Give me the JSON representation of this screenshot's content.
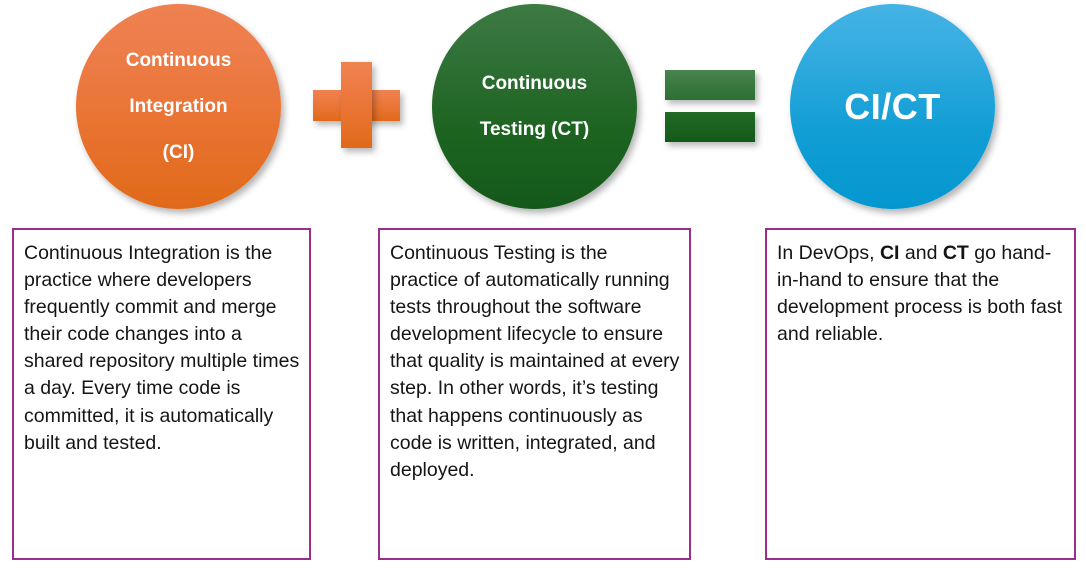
{
  "diagram": {
    "equation": {
      "left_term": {
        "shape": "circle",
        "label_lines": [
          "Continuous",
          "Integration",
          "(CI)"
        ],
        "label": "Continuous Integration (CI)",
        "color": "#e8722f"
      },
      "operator_plus": {
        "symbol": "+",
        "icon": "plus-icon",
        "color": "#e8722f"
      },
      "right_term": {
        "shape": "circle",
        "label_lines": [
          "Continuous",
          "Testing (CT)"
        ],
        "label": "Continuous Testing (CT)",
        "color": "#1d6320"
      },
      "operator_equals": {
        "symbol": "=",
        "icon": "equals-icon",
        "color": "#1d6320"
      },
      "result_term": {
        "shape": "circle",
        "label": "CI/CT",
        "color": "#119ed5"
      }
    },
    "cards": [
      {
        "id": "ci-description",
        "border_color": "#9b2d8f",
        "text": "Continuous Integration is the practice where developers frequently commit and merge their code changes into a shared repository multiple times a day. Every time code is committed, it is automatically built and tested."
      },
      {
        "id": "ct-description",
        "border_color": "#9b2d8f",
        "text": "Continuous Testing is the practice of automatically running tests throughout the software development lifecycle to ensure that quality is maintained at every step. In other words, it’s testing that happens continuously as code is written, integrated, and deployed."
      },
      {
        "id": "cict-description",
        "border_color": "#9b2d8f",
        "rich_text": {
          "part1": "In DevOps, ",
          "bold1": "CI",
          "part2": " and ",
          "bold2": "CT",
          "part3": " go hand-in-hand to ensure that the development process is both fast and reliable."
        }
      }
    ]
  }
}
